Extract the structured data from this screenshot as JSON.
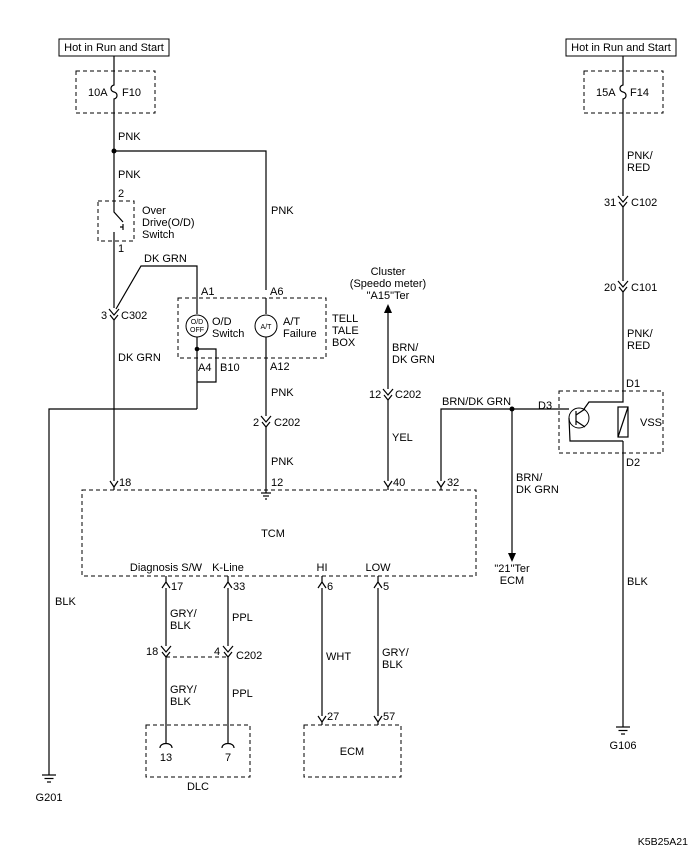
{
  "power": {
    "left_label": "Hot in Run and Start",
    "right_label": "Hot in Run and Start",
    "left_fuse_rating": "10A",
    "left_fuse_name": "F10",
    "right_fuse_rating": "15A",
    "right_fuse_name": "F14"
  },
  "left_branch": {
    "wire_pnk_1": "PNK",
    "wire_pnk_2": "PNK",
    "wire_pnk_3": "PNK",
    "od_switch_pin_top": "2",
    "od_switch_pin_bottom": "1",
    "od_switch_name": [
      "Over",
      "Drive(O/D)",
      "Switch"
    ],
    "wire_dk_grn_top": "DK GRN",
    "c302_pin": "3",
    "c302_name": "C302",
    "wire_dk_grn_mid": "DK GRN",
    "wire_blk": "BLK",
    "ground_left": "G201"
  },
  "telltale": {
    "pin_a1": "A1",
    "pin_a6": "A6",
    "pin_a12": "A12",
    "pin_a4": "A4",
    "pin_b10": "B10",
    "od_lamp_top": "O/D",
    "od_lamp_bottom": "OFF",
    "od_label": [
      "O/D",
      "Switch"
    ],
    "at_lamp": "A/T",
    "at_label": [
      "A/T",
      "Failure"
    ],
    "box_label": [
      "TELL",
      "TALE",
      "BOX"
    ],
    "wire_pnk_below": "PNK",
    "c202_pin": "2",
    "c202_name": "C202",
    "wire_pnk_tcm": "PNK"
  },
  "cluster": {
    "label": [
      "Cluster",
      "(Speedo meter)",
      "\"A15\"Ter"
    ],
    "wire_top": [
      "BRN/",
      "DK GRN"
    ],
    "c202_pin": "12",
    "c202_name": "C202",
    "wire_yel": "YEL"
  },
  "tcm": {
    "name": "TCM",
    "pin_18": "18",
    "pin_12": "12",
    "pin_40": "40",
    "pin_32": "32",
    "diag_label": "Diagnosis S/W",
    "kline_label": "K-Line",
    "hi_label": "HI",
    "low_label": "LOW",
    "pin_17": "17",
    "pin_33": "33",
    "pin_6": "6",
    "pin_5": "5"
  },
  "vss_branch": {
    "wire_pnk_red_1": [
      "PNK/",
      "RED"
    ],
    "c102_pin": "31",
    "c102_name": "C102",
    "c101_pin": "20",
    "c101_name": "C101",
    "wire_pnk_red_2": [
      "PNK/",
      "RED"
    ],
    "pin_d1": "D1",
    "pin_d2": "D2",
    "pin_d3": "D3",
    "vss_name": "VSS",
    "wire_brn_dk_grn": "BRN/DK GRN",
    "wire_brn_dk_grn_down": [
      "BRN/",
      "DK GRN"
    ],
    "ecm_ref": [
      "\"21\"Ter",
      "ECM"
    ],
    "wire_blk": "BLK",
    "ground_right": "G106"
  },
  "lower": {
    "wire_gry_blk_1": [
      "GRY/",
      "BLK"
    ],
    "wire_ppl_1": "PPL",
    "c202_pin_18": "18",
    "c202_pin_4": "4",
    "c202_name": "C202",
    "wire_gry_blk_2": [
      "GRY/",
      "BLK"
    ],
    "wire_ppl_2": "PPL",
    "dlc_pin_13": "13",
    "dlc_pin_7": "7",
    "dlc_name": "DLC",
    "wire_wht": "WHT",
    "wire_gry_blk_3": [
      "GRY/",
      "BLK"
    ],
    "ecm_pin_27": "27",
    "ecm_pin_57": "57",
    "ecm_name": "ECM"
  },
  "footer": {
    "code": "K5B25A21"
  }
}
